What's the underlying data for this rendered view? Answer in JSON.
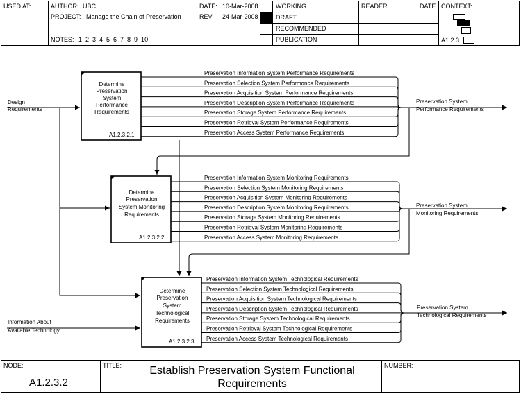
{
  "header": {
    "used_at_label": "USED AT:",
    "author_label": "AUTHOR:",
    "author": "UBC",
    "project_label": "PROJECT:",
    "project": "Manage the Chain of Preservation",
    "date_label": "DATE:",
    "date": "10-Mar-2008",
    "rev_label": "REV:",
    "rev": "24-Mar-2008",
    "notes_label": "NOTES:",
    "notes": "1  2  3  4  5  6  7  8  9  10",
    "status": [
      "WORKING",
      "DRAFT",
      "RECOMMENDED",
      "PUBLICATION"
    ],
    "reader_label": "READER",
    "reader_date_label": "DATE",
    "context_label": "CONTEXT:",
    "context_node": "A1.2.3"
  },
  "inputs": {
    "design_requirements": [
      "Design",
      "Requirements"
    ],
    "available_technology": [
      "Information About",
      "Available Technology"
    ]
  },
  "boxes": [
    {
      "title": [
        "Determine",
        "Preservation",
        "System",
        "Performance",
        "Requirements"
      ],
      "node": "A1.2.3.2.1",
      "outputs": [
        "Preservation Information System Performance Requirements",
        "Preservation Selection System Performance Requirements",
        "Preservation Acquisition System Performance Requirements",
        "Preservation Description System Performance Requirements",
        "Preservation Storage System Performance Requirements",
        "Preservation Retrieval System Performance Requirements",
        "Preservation Access System Performance Requirements"
      ],
      "bundle_label": [
        "Preservation System",
        "Performance Requirements"
      ]
    },
    {
      "title": [
        "Determine",
        "Preservation",
        "System Monitoring",
        "Requirements"
      ],
      "node": "A1.2.3.2.2",
      "outputs": [
        "Preservation Information System Monitoring Requirements",
        "Preservation Selection System Monitoring Requirements",
        "Preservation Acquisition System Monitoring Requirements",
        "Preservation Description System Monitoring Requirements",
        "Preservation Storage System Monitoring Requirements",
        "Preservation Retrieval System Monitoring Requirements",
        "Preservation Access System Monitoring Requirements"
      ],
      "bundle_label": [
        "Preservation System",
        "Monitoring Requirements"
      ]
    },
    {
      "title": [
        "Determine",
        "Preservation",
        "System",
        "Technological",
        "Requirements"
      ],
      "node": "A1.2.3.2.3",
      "outputs": [
        "Preservation Information System Technological Requirements",
        "Preservation Selection System Technological Requirements",
        "Preservation Acquisition System Technological Requirements",
        "Preservation Description System Technological Requirements",
        "Preservation Storage System Technological Requirements",
        "Preservation Retrieval System Technological Requirements",
        "Preservation Access System Technological Requirements"
      ],
      "bundle_label": [
        "Preservation System",
        "Technological Requirements"
      ]
    }
  ],
  "footer": {
    "node_label": "NODE:",
    "node": "A1.2.3.2",
    "title_label": "TITLE:",
    "title": [
      "Establish Preservation System Functional",
      "Requirements"
    ],
    "number_label": "NUMBER:"
  }
}
